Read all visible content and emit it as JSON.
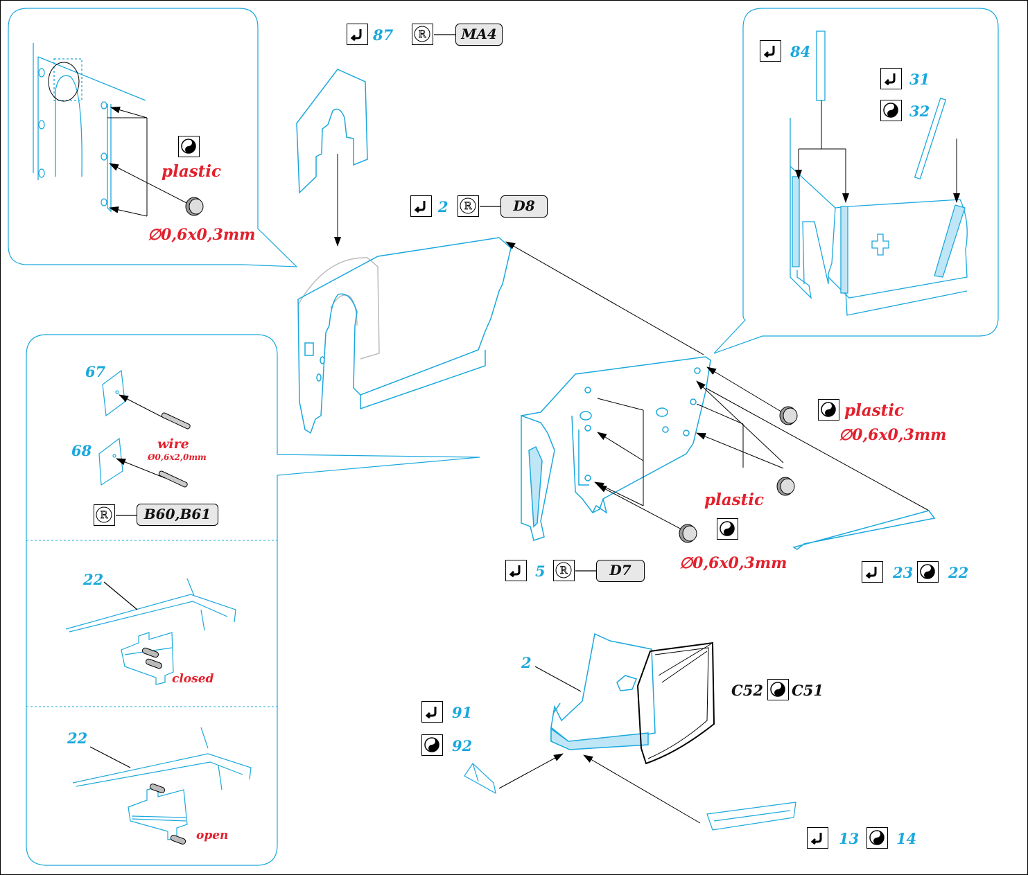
{
  "labels": {
    "p87": "87",
    "p2": "2",
    "p84": "84",
    "p31": "31",
    "p32": "32",
    "p67": "67",
    "p68": "68",
    "p5": "5",
    "p23": "23",
    "p22a": "22",
    "p22b": "22",
    "p22c": "22",
    "p2b": "2",
    "p91": "91",
    "p92": "92",
    "p13": "13",
    "p14": "14"
  },
  "refs": {
    "ma4": "MA4",
    "d8": "D8",
    "d7": "D7",
    "b60b61": "B60,B61"
  },
  "parts": {
    "c52": "C52",
    "c51": "C51"
  },
  "notes": {
    "plastic": "plastic",
    "dim": "∅0,6x0,3mm",
    "wire": "wire",
    "wire_dim": "Ø0,6x2,0mm",
    "closed": "closed",
    "open": "open"
  },
  "icons": {
    "fold": "fold-icon",
    "resin": "resin-icon",
    "yinyang": "alternative-icon"
  },
  "colors": {
    "etch_blue": "#1aa8dd",
    "note_red": "#e2202c",
    "ref_fill": "#e8e8e8"
  }
}
